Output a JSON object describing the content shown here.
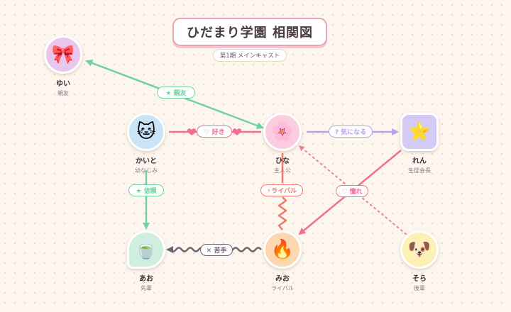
{
  "title": "ひだまり学園 相関図",
  "subtitle": "第1期 メインキャスト",
  "nodes": {
    "yui": {
      "name": "ゆい",
      "role": "親友",
      "emoji": "🎀",
      "color": "#e9c7ec"
    },
    "kaito": {
      "name": "かいと",
      "role": "幼なじみ",
      "emoji": "🐱",
      "color": "#c9e3f7"
    },
    "hina": {
      "name": "ひな",
      "role": "主人公",
      "emoji": "🌸",
      "color": "#fbcde0"
    },
    "ren": {
      "name": "れん",
      "role": "生徒会長",
      "emoji": "⭐",
      "color": "#d4caf6"
    },
    "ao": {
      "name": "あお",
      "role": "先輩",
      "emoji": "🍵",
      "color": "#cfeedd"
    },
    "mio": {
      "name": "みお",
      "role": "ライバル",
      "emoji": "🔥",
      "color": "#fdd7b0"
    },
    "sora": {
      "name": "そら",
      "role": "後輩",
      "emoji": "🐶",
      "color": "#fdf0b4"
    }
  },
  "edges": {
    "best_friend": {
      "label": "★ 親友",
      "color": "#72d1a1"
    },
    "love": {
      "label": "♡ 好き",
      "color": "#ef6f95"
    },
    "curious": {
      "label": "? 気になる",
      "color": "#b6a2ee"
    },
    "trust": {
      "label": "★ 信頼",
      "color": "#72d1a1"
    },
    "rival": {
      "label": "⚡ライバル",
      "color": "#f07a6c"
    },
    "admire": {
      "label": "♡ 憧れ",
      "color": "#ef6f95"
    },
    "dislike": {
      "label": "✕ 苦手",
      "color": "#6f6474"
    },
    "secret": {
      "color": "#ef7f97"
    }
  }
}
